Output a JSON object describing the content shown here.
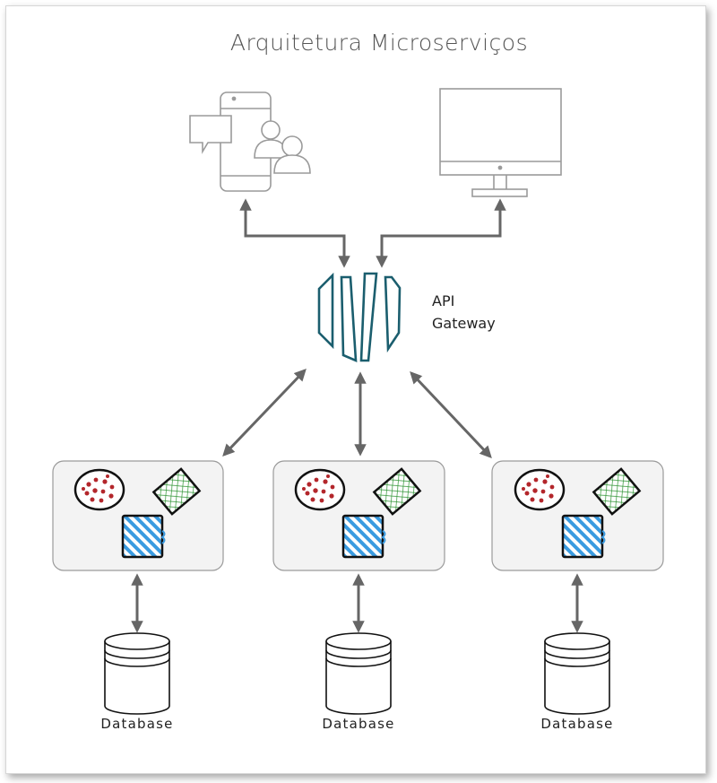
{
  "diagram": {
    "title": "Arquitetura Microserviços",
    "gateway": {
      "label_line1": "API",
      "label_line2": "Gateway",
      "color": "#1b5e6e"
    },
    "services": [
      {
        "database_label": "Database"
      },
      {
        "database_label": "Database"
      },
      {
        "database_label": "Database"
      }
    ],
    "colors": {
      "arrow": "#666666",
      "device": "#9a9a9a",
      "service_box_fill": "#f3f3f3",
      "service_box_stroke": "#9a9a9a",
      "dots": "#b3262b",
      "grid": "#3a9a3f",
      "stripes": "#3a9be0"
    }
  }
}
